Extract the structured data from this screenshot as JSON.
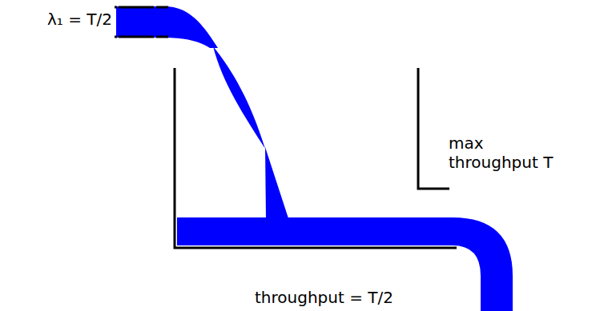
{
  "diagram": {
    "labels": [
      "λ₁ = T/2",
      "max throughput T",
      "throughput = T/2"
    ]
  }
}
